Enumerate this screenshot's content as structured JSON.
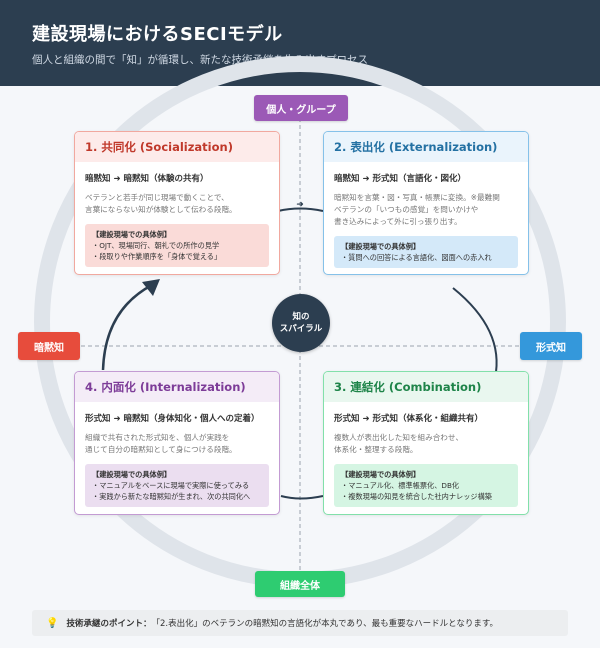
{
  "header": {
    "title": "建設現場におけるSECIモデル",
    "subtitle": "個人と組織の間で「知」が循環し、新たな技術承継を生み出すプロセス"
  },
  "axes": {
    "top": "個人・グループ",
    "bottom": "組織全体",
    "left": "暗黙知",
    "right": "形式知"
  },
  "center": {
    "line1": "知の",
    "line2": "スパイラル"
  },
  "colors": {
    "header_bg": "#2c3e50",
    "socialization": "#e74c3c",
    "externalization": "#2e86c1",
    "combination": "#27ae60",
    "internalization": "#8e44ad",
    "tacit": "#e74c3c",
    "explicit": "#3498db",
    "individual": "#9b59b6",
    "organization": "#2ecc71"
  },
  "cards": {
    "socialization": {
      "title": "1. 共同化 (Socialization)",
      "flow": "暗黙知 ➜ 暗黙知（体験の共有）",
      "desc1": "ベテランと若手が同じ現場で動くことで、",
      "desc2": "言葉にならない知が体験として伝わる段階。",
      "ex_title": "【建設現場での具体例】",
      "ex1": "・OJT、現場同行、朝礼での所作の見学",
      "ex2": "・段取りや作業順序を「身体で覚える」"
    },
    "externalization": {
      "title": "2. 表出化 (Externalization)",
      "flow": "暗黙知 ➜ 形式知（言語化・図化）",
      "desc1": "暗黙知を言葉・図・写真・帳票に変換。※最難関",
      "desc2": "ベテランの「いつもの感覚」を問いかけや",
      "desc3": "書き込みによって外に引っ張り出す。",
      "ex_title": "【建設現場での具体例】",
      "ex1": "・質問への回答による言語化、図面への赤入れ"
    },
    "internalization": {
      "title": "4. 内面化 (Internalization)",
      "flow": "形式知 ➜ 暗黙知（身体知化・個人への定着）",
      "desc1": "組織で共有された形式知を、個人が実践を",
      "desc2": "通じて自分の暗黙知として身につける段階。",
      "ex_title": "【建設現場での具体例】",
      "ex1": "・マニュアルをベースに現場で実際に使ってみる",
      "ex2": "・実践から新たな暗黙知が生まれ、次の共同化へ"
    },
    "combination": {
      "title": "3. 連結化 (Combination)",
      "flow": "形式知 ➜ 形式知（体系化・組織共有）",
      "desc1": "複数人が表出化した知を組み合わせ、",
      "desc2": "体系化・整理する段階。",
      "ex_title": "【建設現場での具体例】",
      "ex1": "・マニュアル化、標準帳票化、DB化",
      "ex2": "・複数現場の知見を統合した社内ナレッジ構築"
    }
  },
  "tip": {
    "icon": "lightbulb-icon",
    "lead": "技術承継のポイント：",
    "body": "「2.表出化」のベテランの暗黙知の言語化が本丸であり、最も重要なハードルとなります。"
  }
}
